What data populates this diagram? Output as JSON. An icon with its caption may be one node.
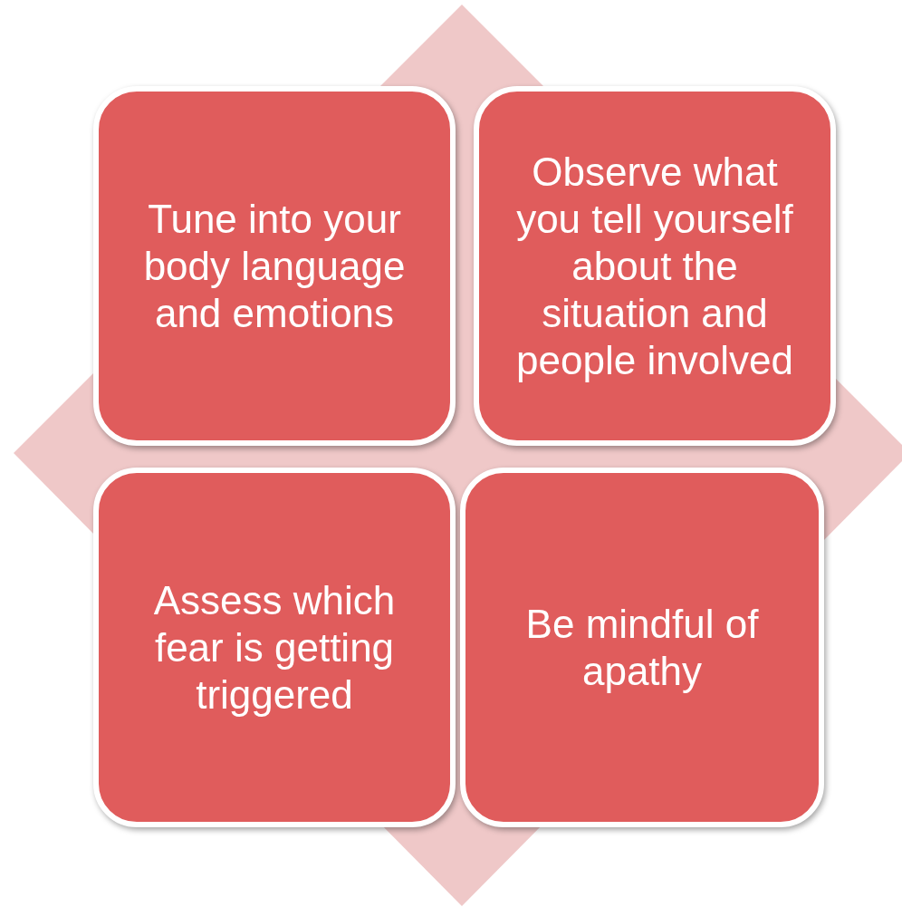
{
  "diagram": {
    "nodes": [
      {
        "text": [
          "Tune into your body language and emotions"
        ]
      },
      {
        "text": [
          "Observe what you tell yourself about the situation and people involved"
        ]
      },
      {
        "text": [
          "Assess which fear is getting triggered"
        ]
      },
      {
        "text": [
          "Be mindful of apathy"
        ]
      }
    ]
  }
}
